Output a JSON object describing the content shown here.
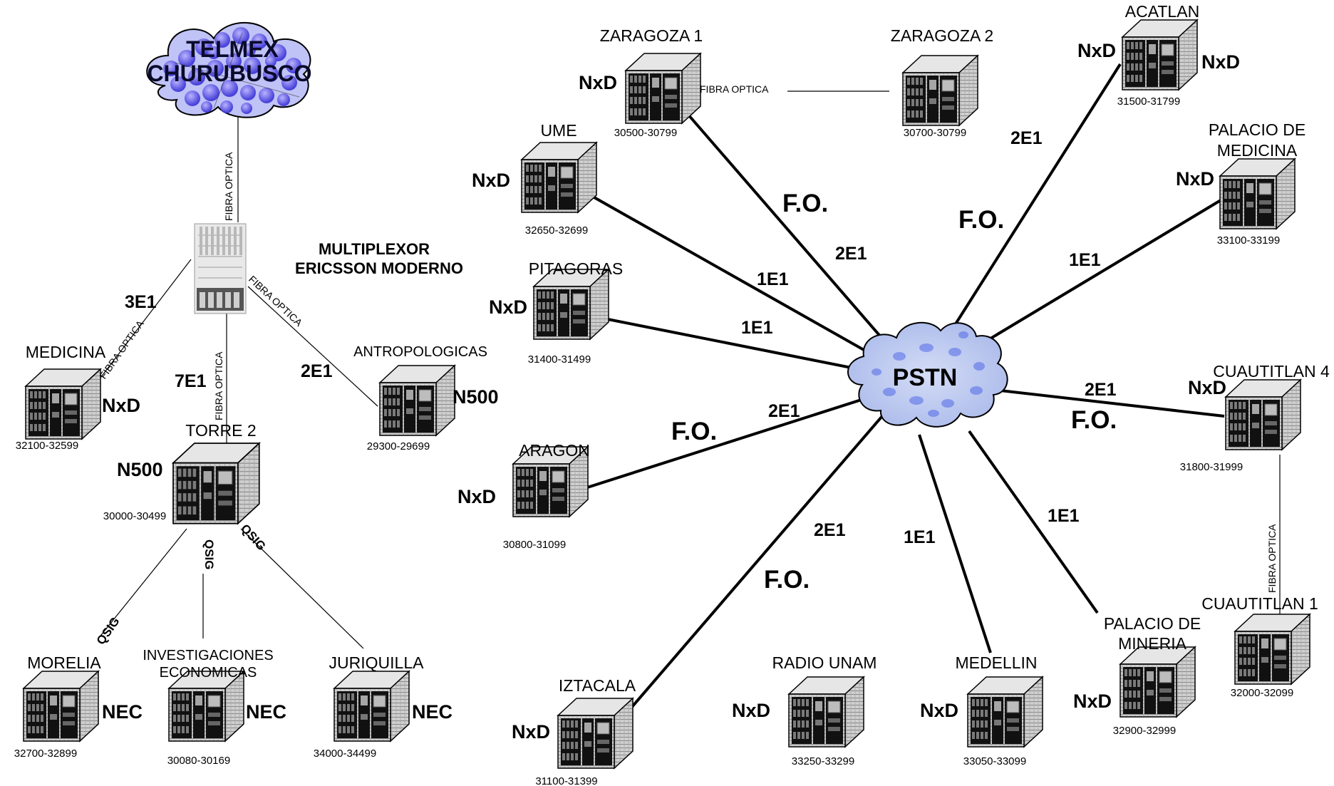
{
  "cloud": {
    "line1": "TELMEX",
    "line2": "CHURUBUSCO"
  },
  "pstn": "PSTN",
  "multiplexor": {
    "line1": "MULTIPLEXOR",
    "line2": "ERICSSON MODERNO"
  },
  "fiber_label": "FIBRA OPTICA",
  "fo_label": "F.O.",
  "qsig_label": "QSIG",
  "sites": {
    "zaragoza1": {
      "name": "ZARAGOZA 1",
      "type": "NxD",
      "range": "30500-30799"
    },
    "zaragoza2": {
      "name": "ZARAGOZA 2",
      "range": "30700-30799"
    },
    "acatlan": {
      "name": "ACATLAN",
      "type_left": "NxD",
      "type_right": "NxD",
      "range": "31500-31799"
    },
    "palacio_medicina": {
      "name_line1": "PALACIO DE",
      "name_line2": "MEDICINA",
      "type": "NxD",
      "range": "33100-33199"
    },
    "ume": {
      "name": "UME",
      "type": "NxD",
      "range": "32650-32699"
    },
    "pitagoras": {
      "name": "PITAGORAS",
      "type": "NxD",
      "range": "31400-31499"
    },
    "aragon": {
      "name": "ARAGON",
      "type": "NxD",
      "range": "30800-31099"
    },
    "cuautitlan4": {
      "name": "CUAUTITLAN 4",
      "type": "NxD",
      "range": "31800-31999"
    },
    "cuautitlan1": {
      "name": "CUAUTITLAN 1",
      "range": "32000-32099"
    },
    "palacio_mineria": {
      "name_line1": "PALACIO DE",
      "name_line2": "MINERIA",
      "type": "NxD",
      "range": "32900-32999"
    },
    "medellin": {
      "name": "MEDELLIN",
      "type": "NxD",
      "range": "33050-33099"
    },
    "radio_unam": {
      "name": "RADIO UNAM",
      "type": "NxD",
      "range": "33250-33299"
    },
    "iztacala": {
      "name": "IZTACALA",
      "type": "NxD",
      "range": "31100-31399"
    },
    "medicina": {
      "name": "MEDICINA",
      "type": "NxD",
      "range": "32100-32599"
    },
    "antropologicas": {
      "name": "ANTROPOLOGICAS",
      "type": "N500",
      "range": "29300-29699"
    },
    "torre2": {
      "name": "TORRE 2",
      "type": "N500",
      "range": "30000-30499"
    },
    "morelia": {
      "name": "MORELIA",
      "type": "NEC",
      "range": "32700-32899"
    },
    "investigaciones": {
      "name_line1": "INVESTIGACIONES",
      "name_line2": "ECONOMICAS",
      "type": "NEC",
      "range": "30080-30169"
    },
    "juriquilla": {
      "name": "JURIQUILLA",
      "type": "NEC",
      "range": "34000-34499"
    }
  },
  "links": {
    "zaragoza1": "2E1",
    "ume": "1E1",
    "pitagoras": "1E1",
    "aragon": "2E1",
    "acatlan": "2E1",
    "palacio_medicina": "1E1",
    "cuautitlan4": "2E1",
    "iztacala": "2E1",
    "medellin": "1E1",
    "palacio_mineria": "1E1",
    "mux_medicina": "3E1",
    "mux_torre2": "7E1",
    "mux_antropologicas": "2E1"
  },
  "colors": {
    "cloud_fill": "#b8c8ee",
    "cloud_dot": "#3f4fd8",
    "building_front": "#ffffff",
    "building_side": "#c8c8c8",
    "building_top": "#e6e6e6",
    "window": "#111111"
  }
}
